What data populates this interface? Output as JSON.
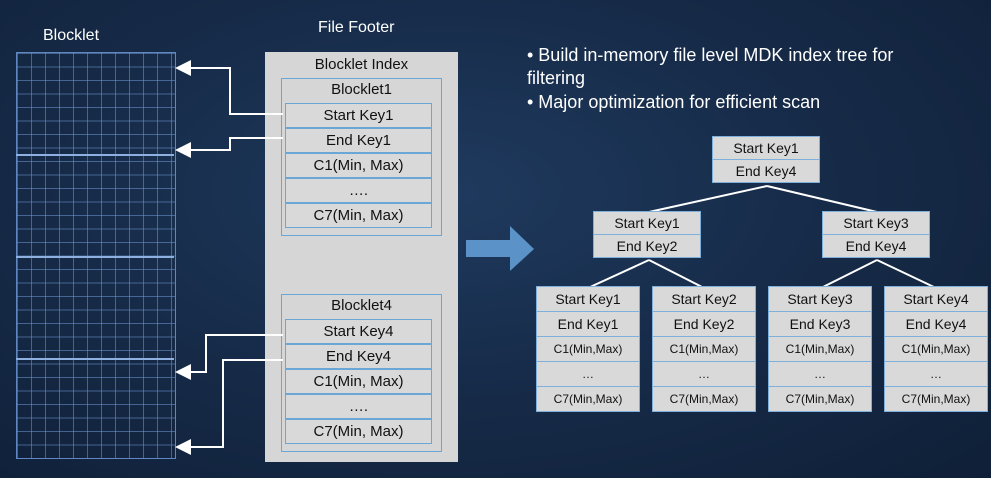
{
  "blocklet_label": "Blocklet",
  "footer_title": "File Footer",
  "footer": {
    "index_title": "Blocklet Index",
    "groups": [
      {
        "name": "Blocklet1",
        "rows": [
          "Start Key1",
          "End Key1",
          "C1(Min, Max)",
          "….",
          "C7(Min, Max)"
        ]
      },
      {
        "name": "Blocklet4",
        "rows": [
          "Start Key4",
          "End Key4",
          "C1(Min, Max)",
          "….",
          "C7(Min, Max)"
        ]
      }
    ]
  },
  "bullets": [
    "• Build in-memory file level MDK index tree for",
    "filtering",
    "• Major optimization for efficient scan"
  ],
  "tree": {
    "root": [
      "Start Key1",
      "End Key4"
    ],
    "mid": [
      [
        "Start Key1",
        "End Key2"
      ],
      [
        "Start Key3",
        "End Key4"
      ]
    ],
    "leaves": [
      [
        "Start Key1",
        "End Key1",
        "C1(Min,Max)",
        "…",
        "C7(Min,Max)"
      ],
      [
        "Start Key2",
        "End Key2",
        "C1(Min,Max)",
        "…",
        "C7(Min,Max)"
      ],
      [
        "Start Key3",
        "End Key3",
        "C1(Min,Max)",
        "…",
        "C7(Min,Max)"
      ],
      [
        "Start Key4",
        "End Key4",
        "C1(Min,Max)",
        "…",
        "C7(Min,Max)"
      ]
    ]
  },
  "colors": {
    "background": "#172c4a",
    "arrow": "#5b93c9",
    "cell_border": "#6aa6d6",
    "box_fill": "#d6d6d6"
  }
}
